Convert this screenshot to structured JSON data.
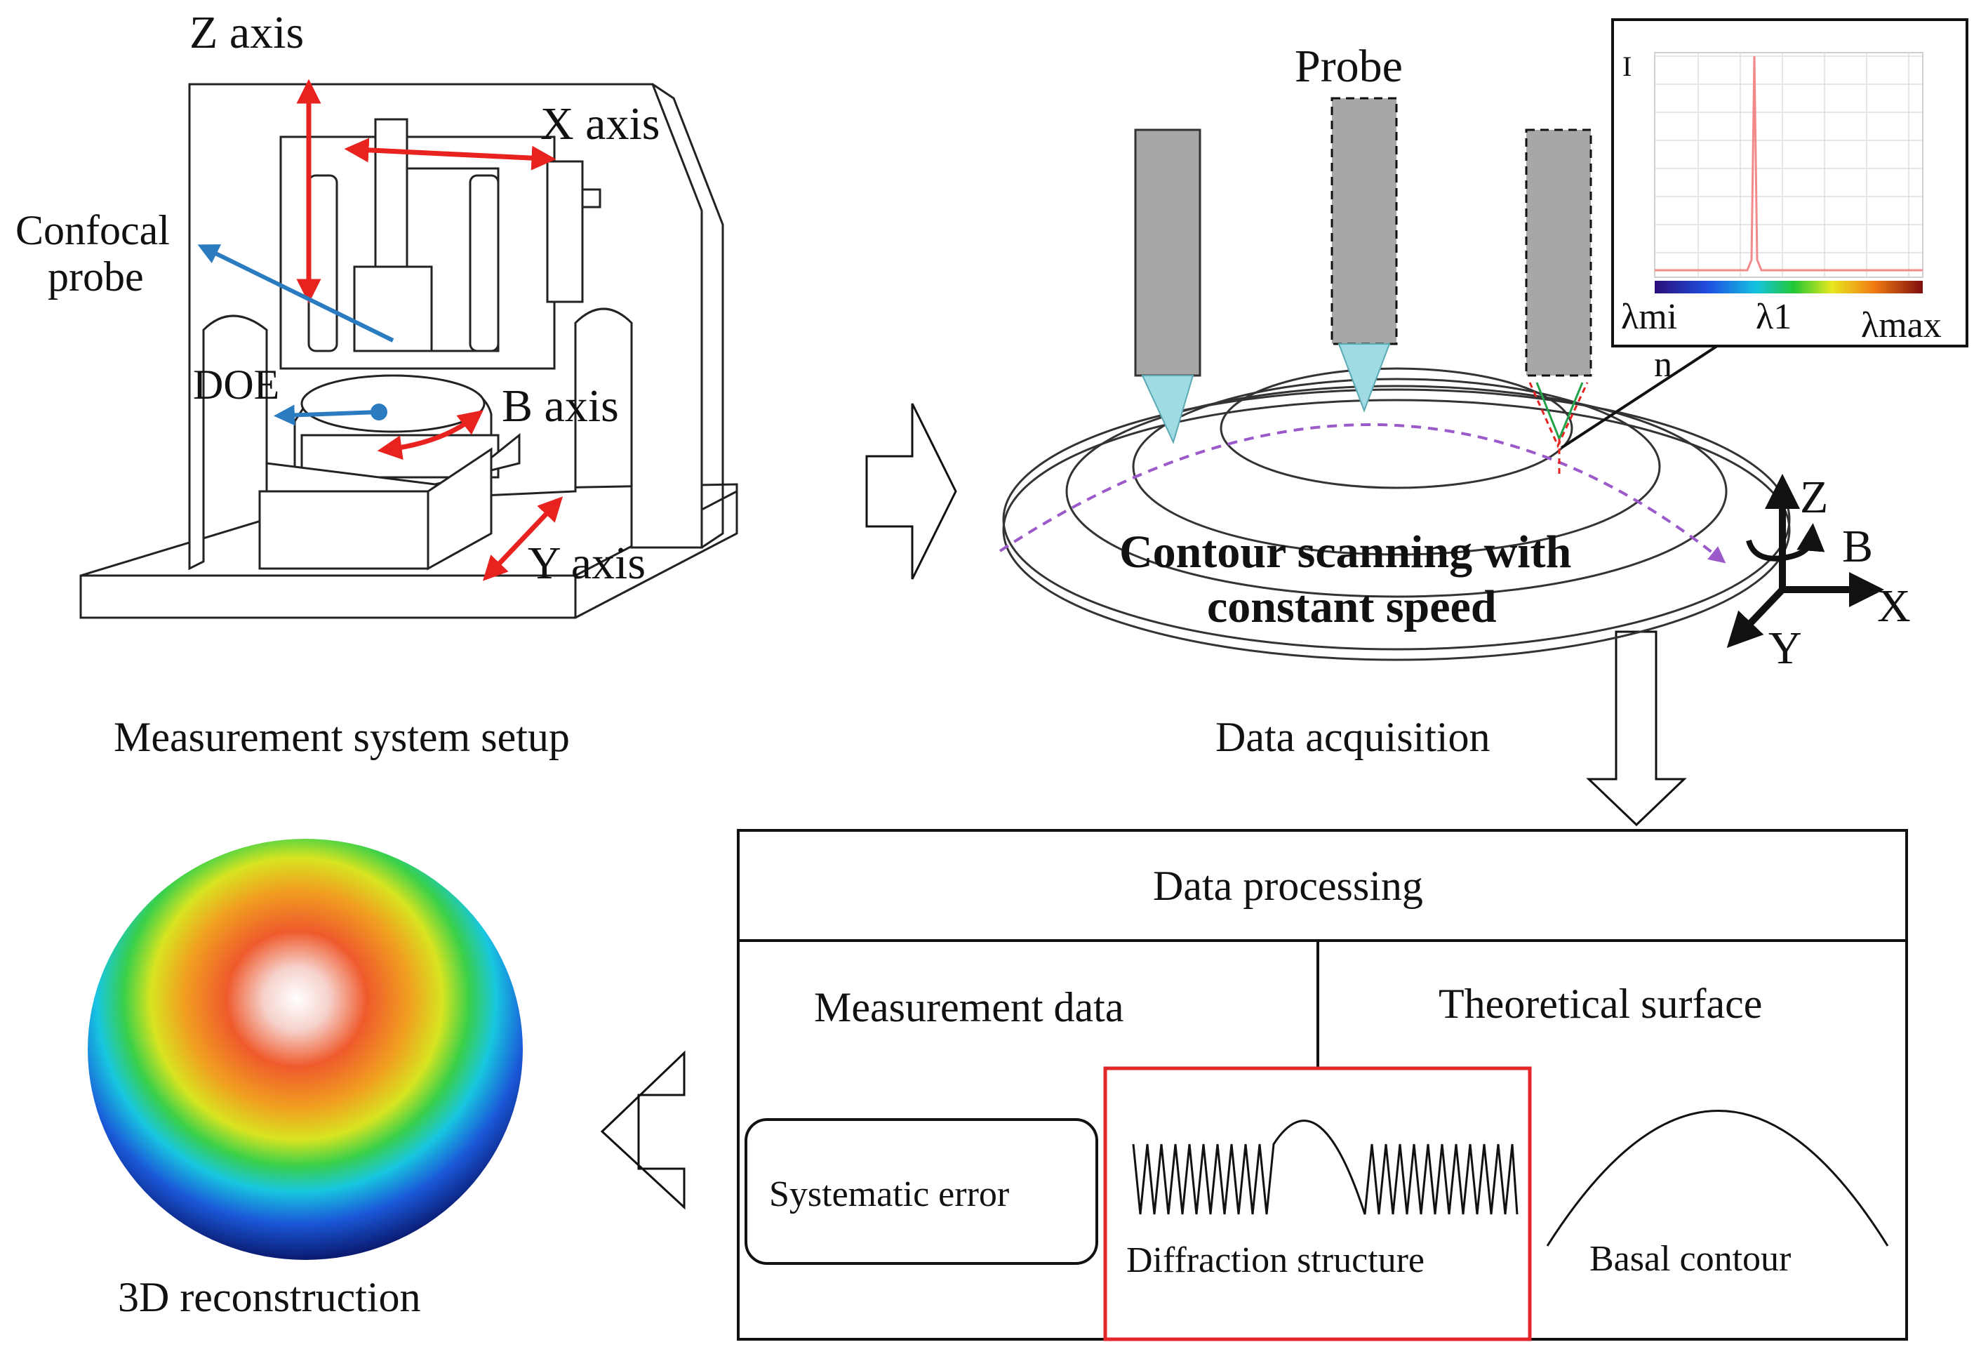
{
  "setup": {
    "z_axis": "Z axis",
    "x_axis": "X axis",
    "confocal_line1": "Confocal",
    "confocal_line2": "probe",
    "doe": "DOE",
    "b_axis": "B axis",
    "y_axis": "Y axis",
    "caption": "Measurement system setup"
  },
  "acquisition": {
    "probe": "Probe",
    "scan_line1": "Contour scanning with",
    "scan_line2": "constant speed",
    "caption": "Data acquisition",
    "inset_i": "I",
    "inset_lambda_min": "λmi",
    "inset_lambda_1": "λ1",
    "inset_lambda_max": "λmax",
    "normal": "n",
    "coord_z": "Z",
    "coord_b": "B",
    "coord_x": "X",
    "coord_y": "Y"
  },
  "processing": {
    "title": "Data processing",
    "measurement_data": "Measurement data",
    "theoretical_surface": "Theoretical surface",
    "systematic_error": "Systematic error",
    "diffraction_structure": "Diffraction structure",
    "basal_contour": "Basal contour"
  },
  "reconstruction": {
    "caption": "3D reconstruction"
  },
  "colors": {
    "axis_arrow": "#e8231f",
    "pointer": "#2b7bc0",
    "highlight_box": "#e3262a",
    "probe_body": "#a7a7a7",
    "probe_tip": "#9fdbe2",
    "scan_path": "#9b59c9"
  }
}
